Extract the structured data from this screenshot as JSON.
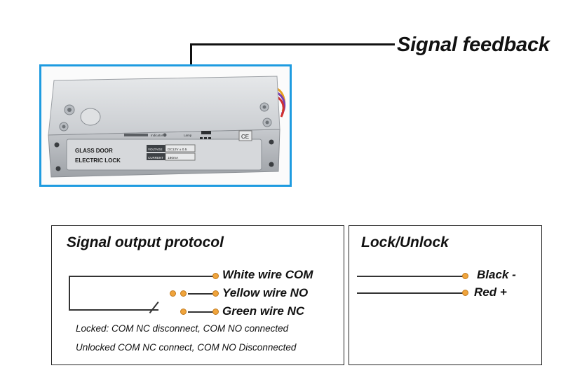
{
  "header": {
    "title": "Signal feedback"
  },
  "product": {
    "label_line1": "GLASS DOOR",
    "label_line2": "ELECTRIC LOCK",
    "voltage_key": "VOLTAGE",
    "voltage_value": "DC12V ± 0.5",
    "current_key": "CURRENT",
    "current_value": "180mA",
    "indicator": "Indicator",
    "lamp": "Lamp",
    "ce_mark": "CE"
  },
  "signal_box": {
    "title": "Signal output protocol",
    "wires": [
      "White wire COM",
      "Yellow wire NO",
      "Green wire NC"
    ],
    "notes": [
      "Locked: COM NC disconnect, COM NO connected",
      "Unlocked  COM NC connect, COM NO Disconnected"
    ]
  },
  "lock_box": {
    "title": "Lock/Unlock",
    "wires": [
      "Black -",
      "Red +"
    ]
  },
  "colors": {
    "photo_border": "#1e9be0",
    "terminal_dot": "#f0a43c",
    "text": "#111111"
  }
}
